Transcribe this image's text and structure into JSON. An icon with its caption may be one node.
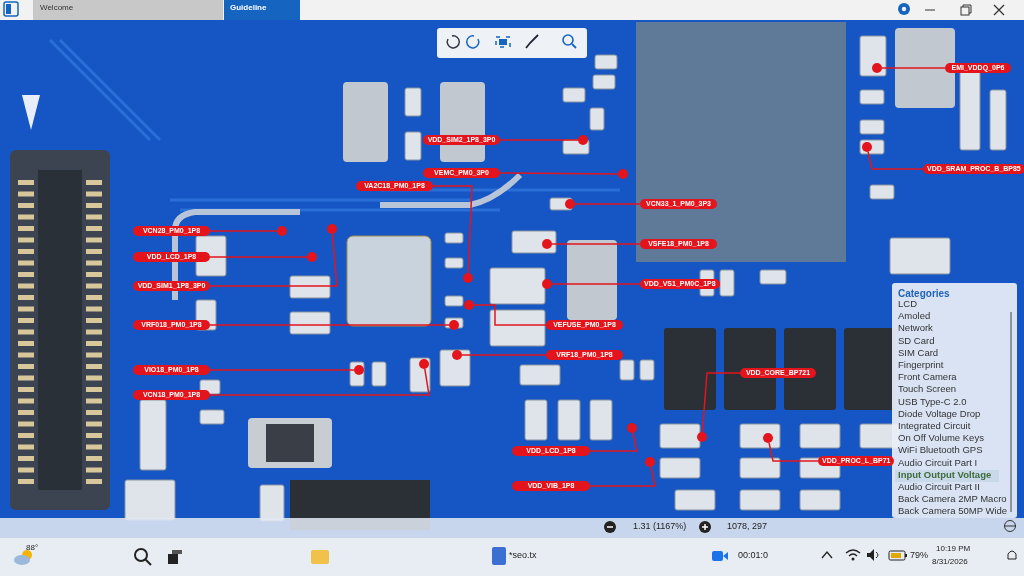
{
  "diagram": {
    "nodes": [
      {
        "text": [
          "VDD_SIM2_1P8_3P0"
        ]
      },
      {
        "text": [],
        "shape": "circle"
      },
      {
        "text": [
          "VEMC_PM0_3P0"
        ]
      },
      {
        "text": [],
        "shape": "circle"
      },
      {
        "text": [
          "VA2C18_PM0_1P8"
        ]
      },
      {
        "text": [],
        "shape": "circle"
      },
      {
        "text": [
          "VCN28_PM0_1P8"
        ]
      },
      {
        "text": [],
        "shape": "circle"
      },
      {
        "text": [
          "VDD_LCD_1P8"
        ]
      },
      {
        "text": [],
        "shape": "circle"
      },
      {
        "text": [
          "VDD_SIM1_1P8_3P0"
        ]
      },
      {
        "text": [],
        "shape": "circle"
      },
      {
        "text": [
          "VRF018_PM0_1P8"
        ]
      },
      {
        "text": [],
        "shape": "circle"
      },
      {
        "text": [
          "VIO18_PM0_1P8"
        ]
      },
      {
        "text": [],
        "shape": "circle"
      },
      {
        "text": [
          "VCN18_PM0_1P8"
        ]
      },
      {
        "text": [],
        "shape": "circle"
      },
      {
        "text": [
          "VCN33_1_PM0_3P3"
        ]
      },
      {
        "text": [],
        "shape": "circle"
      },
      {
        "text": [
          "VSFE18_PM0_1P8"
        ]
      },
      {
        "text": [],
        "shape": "circle"
      },
      {
        "text": [
          "VDD_VS1_PM0C_1P8"
        ]
      },
      {
        "text": [],
        "shape": "circle"
      },
      {
        "text": [
          "VEFUSE_PM0_1P8"
        ]
      },
      {
        "text": [],
        "shape": "circle"
      },
      {
        "text": [
          "VRF18_PM0_1P8"
        ]
      },
      {
        "text": [],
        "shape": "circle"
      },
      {
        "text": [
          "VDD_CORE_BP721"
        ]
      },
      {
        "text": [],
        "shape": "circle"
      },
      {
        "text": [
          "VDD_PROC_L_BP71"
        ]
      },
      {
        "text": [],
        "shape": "circle"
      },
      {
        "text": [
          "VDD_LCD_1P8"
        ]
      },
      {
        "text": [],
        "shape": "circle"
      },
      {
        "text": [
          "VDD_VIB_1P8"
        ]
      },
      {
        "text": [],
        "shape": "circle"
      },
      {
        "text": [
          "EMI_VDDQ_0P6"
        ]
      },
      {
        "text": [],
        "shape": "circle"
      },
      {
        "text": [
          "VDD_SRAM_PROC_B_BP85"
        ]
      },
      {
        "text": [],
        "shape": "circle"
      }
    ],
    "edges": [
      {
        "from": 0,
        "to": 1,
        "arrow": "none"
      },
      {
        "from": 2,
        "to": 3,
        "arrow": "none"
      },
      {
        "from": 4,
        "to": 5,
        "arrow": "none"
      },
      {
        "from": 6,
        "to": 7,
        "arrow": "none"
      },
      {
        "from": 8,
        "to": 9,
        "arrow": "none"
      },
      {
        "from": 10,
        "to": 11,
        "arrow": "none"
      },
      {
        "from": 12,
        "to": 13,
        "arrow": "none"
      },
      {
        "from": 14,
        "to": 15,
        "arrow": "none"
      },
      {
        "from": 16,
        "to": 17,
        "arrow": "none"
      },
      {
        "from": 18,
        "to": 19,
        "arrow": "none"
      },
      {
        "from": 20,
        "to": 21,
        "arrow": "none"
      },
      {
        "from": 22,
        "to": 23,
        "arrow": "none"
      },
      {
        "from": 24,
        "to": 25,
        "arrow": "none"
      },
      {
        "from": 26,
        "to": 27,
        "arrow": "none"
      },
      {
        "from": 28,
        "to": 29,
        "arrow": "none"
      },
      {
        "from": 30,
        "to": 31,
        "arrow": "none"
      },
      {
        "from": 32,
        "to": 33,
        "arrow": "none"
      },
      {
        "from": 34,
        "to": 35,
        "arrow": "none"
      },
      {
        "from": 36,
        "to": 37,
        "arrow": "none"
      },
      {
        "from": 38,
        "to": 39,
        "arrow": "none"
      }
    ],
    "labels": [
      "Welcome",
      "Guideline",
      "Categories",
      "LCD",
      "Amoled",
      "Network",
      "SD Card",
      "SIM Card",
      "Fingerprint",
      "Front Camera",
      "Touch Screen",
      "USB Type-C 2.0",
      "Diode Voltage Drop",
      "Integrated Circuit",
      "On Off Volume Keys",
      "WiFi Bluetooth GPS",
      "Audio Circuit Part I",
      "Input Output Voltage",
      "Audio Circuit Part II",
      "Back Camera 2MP Macro",
      "Back Camera 50MP Wide",
      "1.31 (1167%)",
      "1078, 297",
      "88°",
      "*seo.tx",
      "00:01:0",
      "79%",
      "10:19 PM",
      "8/31/2026"
    ]
  }
}
